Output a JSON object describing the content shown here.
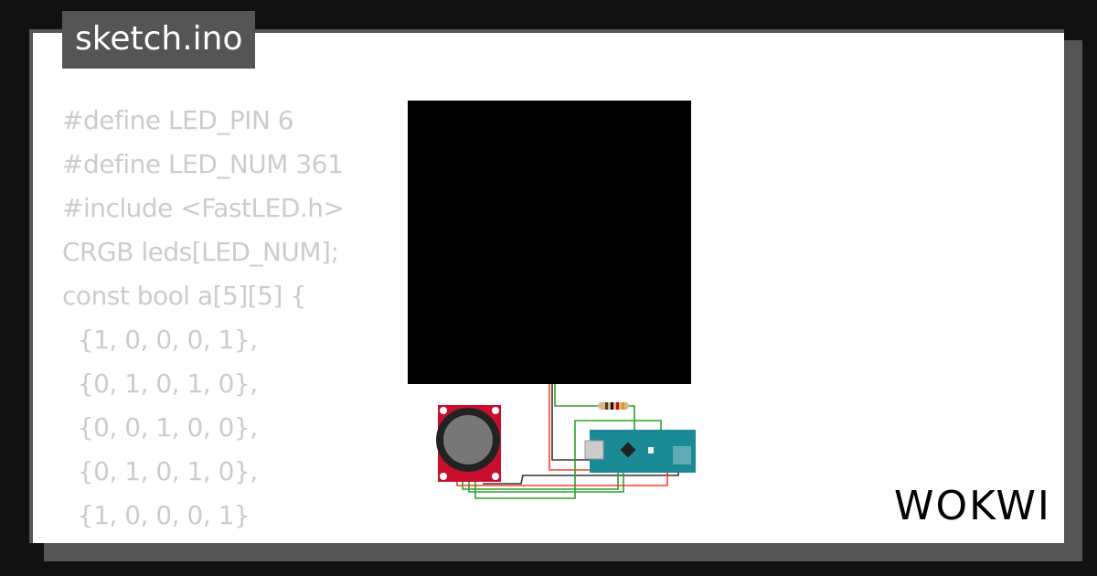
{
  "title": "sketch.ino",
  "code_lines": [
    "#define LED_PIN 6",
    "#define LED_NUM 361",
    "#include <FastLED.h>",
    "CRGB leds[LED_NUM];",
    "const bool a[5][5] {",
    "  {1, 0, 0, 0, 1},",
    "  {0, 1, 0, 1, 0},",
    "  {0, 0, 1, 0, 0},",
    "  {0, 1, 0, 1, 0},",
    "  {1, 0, 0, 0, 1}",
    "};"
  ],
  "logo": "WOKWI",
  "colors": {
    "background": "#111111",
    "panel": "#ffffff",
    "frame": "#555555",
    "code_text": "#cccccc",
    "wire_red": "#ff3b30",
    "wire_green": "#2ca02c",
    "wire_black": "#333333",
    "arduino": "#1a8a94",
    "joystick": "#c8102e"
  }
}
